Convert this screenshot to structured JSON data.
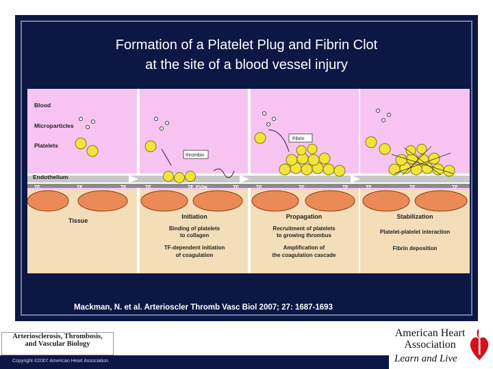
{
  "title_line1": "Formation of a Platelet Plug and Fibrin Clot",
  "title_line2": "at the site of a blood vessel injury",
  "citation": "Mackman, N. et al. Arterioscler Thromb Vasc Biol 2007; 27: 1687-1693",
  "copyright": "Copyright ©2007 American Heart Association",
  "journal_logo": [
    "Arteriosclerosis, Thrombosis,",
    "and Vascular Biology"
  ],
  "aha_logo": {
    "line1": "American Heart",
    "line2": "Association",
    "tagline": "Learn and Live"
  },
  "colors": {
    "navy": "#0d1744",
    "blood": "#f7c4f1",
    "tissue": "#f3deb9",
    "cell": "#e98a57",
    "platelet": "#f2e43f"
  },
  "diagram": {
    "labels": {
      "blood": "Blood",
      "microparticles": "Microparticles",
      "platelets": "Platelets",
      "endothelium": "Endothelium",
      "tissue": "Tissue",
      "thrombin": "thrombin",
      "fibrin": "Fibrin",
      "tf": "TF",
      "fviia": "FVIIa"
    },
    "stages": [
      {
        "name": "Initiation",
        "desc": [
          "Binding of platelets",
          "to collagen",
          "",
          "TF-dependent initiation",
          "of coagulation"
        ]
      },
      {
        "name": "Propagation",
        "desc": [
          "Recruitment of platelets",
          "to growing thrombus",
          "",
          "Amplification of",
          "the coagulation cascade"
        ]
      },
      {
        "name": "Stabilization",
        "desc": [
          "Platelet-platelet interaction",
          "",
          "Fibrin deposition"
        ]
      }
    ]
  }
}
